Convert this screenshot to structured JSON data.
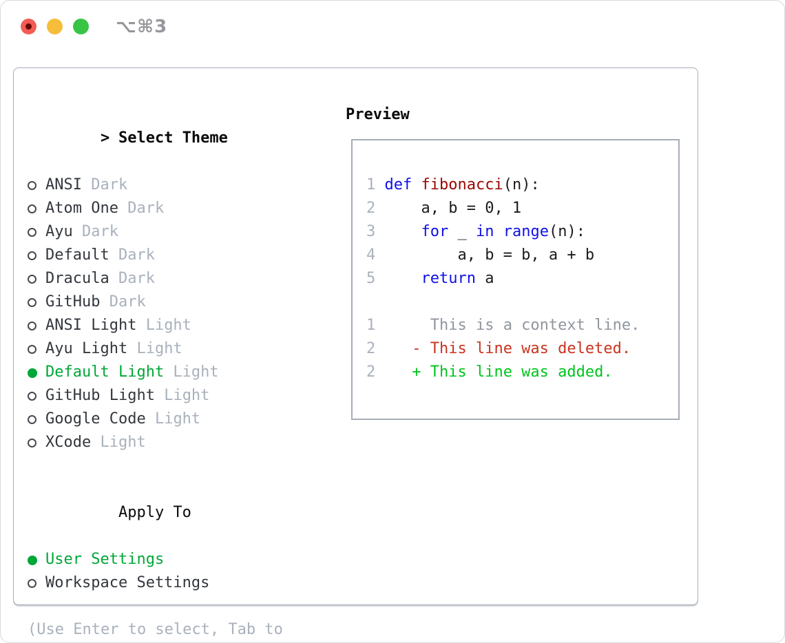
{
  "titlebar": {
    "shortcut": "⌥⌘3",
    "buttons": [
      {
        "name": "close"
      },
      {
        "name": "minimize"
      },
      {
        "name": "zoom"
      }
    ]
  },
  "dialog": {
    "theme_section": {
      "prompt": ">",
      "title": "Select Theme",
      "items": [
        {
          "name": "ANSI",
          "tag": "Dark",
          "selected": false
        },
        {
          "name": "Atom One",
          "tag": "Dark",
          "selected": false
        },
        {
          "name": "Ayu",
          "tag": "Dark",
          "selected": false
        },
        {
          "name": "Default",
          "tag": "Dark",
          "selected": false
        },
        {
          "name": "Dracula",
          "tag": "Dark",
          "selected": false
        },
        {
          "name": "GitHub",
          "tag": "Dark",
          "selected": false
        },
        {
          "name": "ANSI Light",
          "tag": "Light",
          "selected": false
        },
        {
          "name": "Ayu Light",
          "tag": "Light",
          "selected": false
        },
        {
          "name": "Default Light",
          "tag": "Light",
          "selected": true
        },
        {
          "name": "GitHub Light",
          "tag": "Light",
          "selected": false
        },
        {
          "name": "Google Code",
          "tag": "Light",
          "selected": false
        },
        {
          "name": "XCode",
          "tag": "Light",
          "selected": false
        }
      ]
    },
    "apply_section": {
      "title": "Apply To",
      "options": [
        {
          "label": "User Settings",
          "selected": true
        },
        {
          "label": "Workspace Settings",
          "selected": false
        }
      ]
    },
    "hint": "(Use Enter to select, Tab to change focus)"
  },
  "preview": {
    "title": "Preview",
    "lines": [
      {
        "kind": "code",
        "num": "1",
        "tokens": [
          {
            "text": "def",
            "style": "kw"
          },
          {
            "text": " ",
            "style": "plain"
          },
          {
            "text": "fibonacci",
            "style": "fn"
          },
          {
            "text": "(n):",
            "style": "plain"
          }
        ]
      },
      {
        "kind": "code",
        "num": "2",
        "tokens": [
          {
            "text": "    a, b = 0, 1",
            "style": "plain"
          }
        ]
      },
      {
        "kind": "code",
        "num": "3",
        "tokens": [
          {
            "text": "    ",
            "style": "plain"
          },
          {
            "text": "for",
            "style": "kw"
          },
          {
            "text": " _ ",
            "style": "plain"
          },
          {
            "text": "in",
            "style": "kw"
          },
          {
            "text": " ",
            "style": "plain"
          },
          {
            "text": "range",
            "style": "kw"
          },
          {
            "text": "(n):",
            "style": "plain"
          }
        ]
      },
      {
        "kind": "code",
        "num": "4",
        "tokens": [
          {
            "text": "        a, b = b, a + b",
            "style": "plain"
          }
        ]
      },
      {
        "kind": "code",
        "num": "5",
        "tokens": [
          {
            "text": "    ",
            "style": "plain"
          },
          {
            "text": "return",
            "style": "kw"
          },
          {
            "text": " a",
            "style": "plain"
          }
        ]
      },
      {
        "kind": "blank"
      },
      {
        "kind": "diff",
        "num": "1",
        "marker": " ",
        "text": "This is a context line.",
        "change": "context"
      },
      {
        "kind": "diff",
        "num": "2",
        "marker": "-",
        "text": "This line was deleted.",
        "change": "deleted"
      },
      {
        "kind": "diff",
        "num": "2",
        "marker": "+",
        "text": "This line was added.",
        "change": "added"
      }
    ]
  },
  "colors": {
    "accent-green": "#00a737",
    "keyword-blue": "#0e10e8",
    "function-red": "#9b0600",
    "diff-del": "#c93420",
    "diff-add": "#00c31d",
    "muted": "#a9b1bc",
    "context-gray": "#8f969e",
    "text-dark": "#33373d",
    "heading": "#0b0b0c",
    "border": "#a6adb7",
    "tl-red": "#f25c54",
    "tl-red-dot": "#650a01",
    "tl-yellow": "#f6bd3b",
    "tl-green": "#38c546",
    "titlebar-gray": "#96979b"
  }
}
